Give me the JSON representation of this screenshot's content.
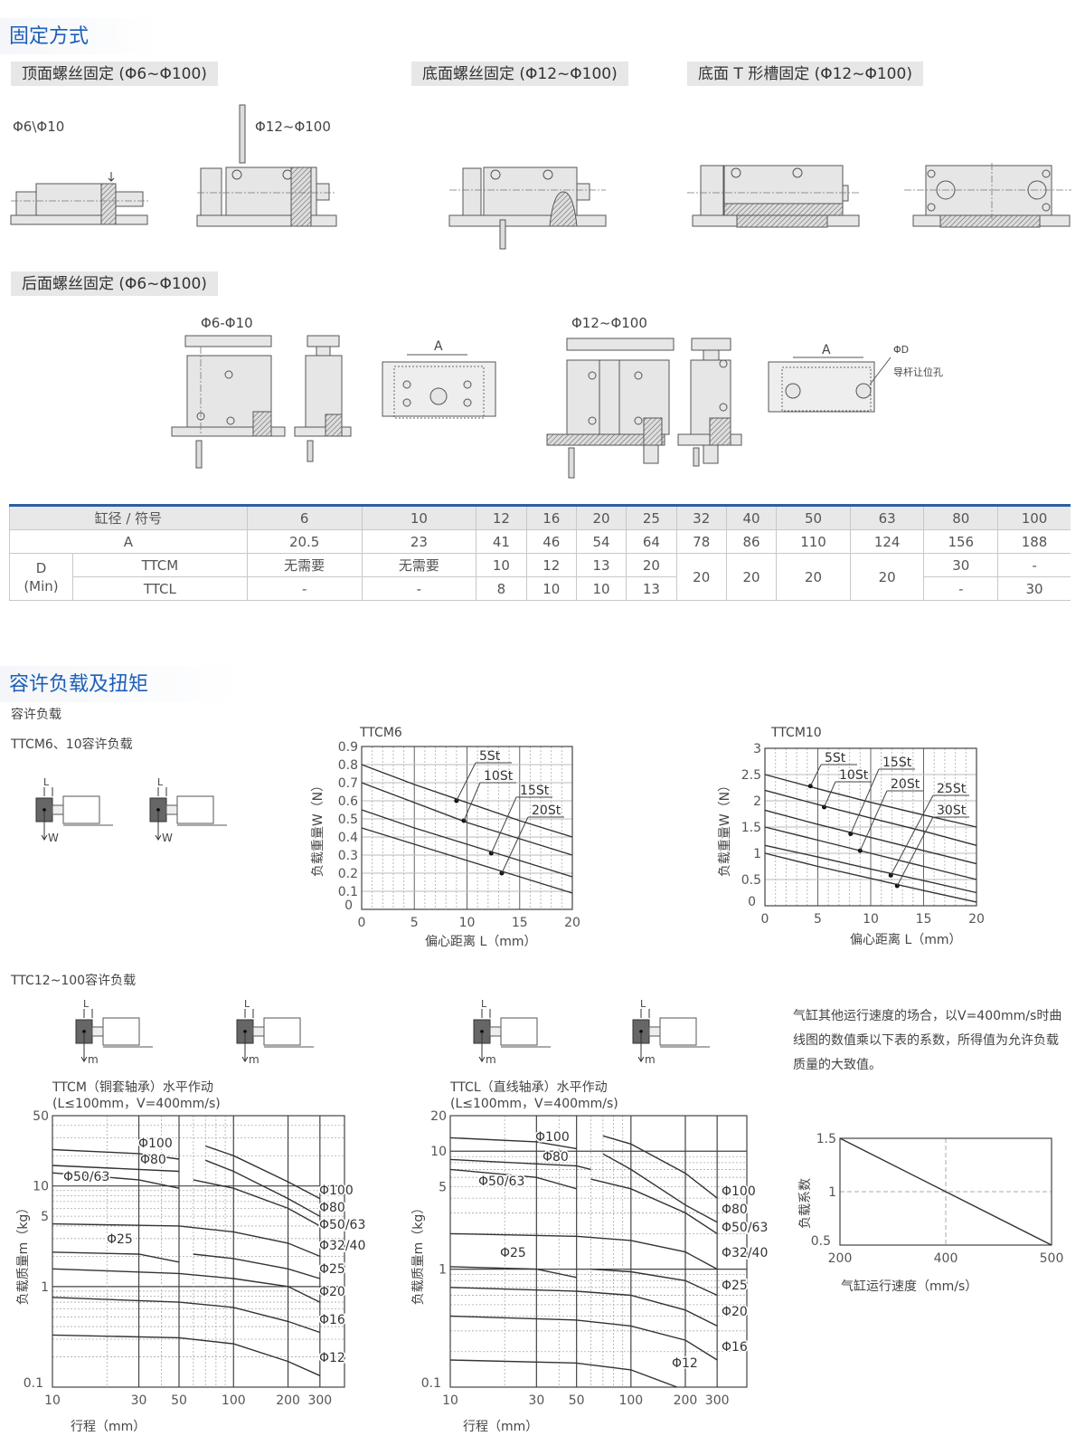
{
  "section1": {
    "title": "固定方式",
    "labels": {
      "top": "顶面螺丝固定 (Φ6~Φ100)",
      "bottom": "底面螺丝固定 (Φ12~Φ100)",
      "tslot": "底面 T 形槽固定 (Φ12~Φ100)",
      "rear": "后面螺丝固定 (Φ6~Φ100)"
    },
    "captions": {
      "top_small": "Φ6\\Φ10",
      "top_large": "Φ12~Φ100",
      "rear_small": "Φ6-Φ10",
      "rear_large": "Φ12~Φ100",
      "dim_a": "A",
      "dim_d": "ΦD",
      "guide_hole": "导杆让位孔"
    }
  },
  "table": {
    "header_label": "缸径 / 符号",
    "bores": [
      "6",
      "10",
      "12",
      "16",
      "20",
      "25",
      "32",
      "40",
      "50",
      "63",
      "80",
      "100"
    ],
    "a_label": "A",
    "a_values": [
      "20.5",
      "23",
      "41",
      "46",
      "54",
      "64",
      "78",
      "86",
      "110",
      "124",
      "156",
      "188"
    ],
    "d_label": "D",
    "d_sub": "(Min)",
    "ttcm_label": "TTCM",
    "ttcl_label": "TTCL",
    "ttcm_values": [
      "无需要",
      "无需要",
      "10",
      "12",
      "13",
      "20"
    ],
    "shared_values": [
      "20",
      "20",
      "20",
      "20"
    ],
    "ttcm_tail": [
      "30",
      "-"
    ],
    "ttcl_values": [
      "-",
      "-",
      "8",
      "10",
      "10",
      "13"
    ],
    "ttcl_tail": [
      "-",
      "30"
    ]
  },
  "section2": {
    "title": "容许负载及扭矩",
    "sub1": "容许负载",
    "sub2": "TTCM6、10容许负载",
    "sub3": "TTC12~100容许负载",
    "dim_l": "L",
    "load_w": "W",
    "load_m": "m",
    "note": "气缸其他运行速度的场合，以V=400mm/s时曲线图的数值乘以下表的系数，所得值为允许负载质量的大致值。"
  },
  "chart_data": [
    {
      "type": "line",
      "title": "TTCM6",
      "xlabel": "偏心距离 L（mm）",
      "ylabel": "负载重量W（N）",
      "xlim": [
        0,
        20
      ],
      "ylim": [
        0,
        0.9
      ],
      "xticks": [
        "0",
        "5",
        "10",
        "15",
        "20"
      ],
      "yticks": [
        "0",
        "0.1",
        "0.2",
        "0.3",
        "0.4",
        "0.5",
        "0.6",
        "0.7",
        "0.8",
        "0.9"
      ],
      "grid": true,
      "x": [
        0,
        5,
        10,
        15,
        20
      ],
      "series": [
        {
          "name": "5St",
          "values": [
            0.8,
            0.69,
            0.59,
            0.49,
            0.4
          ],
          "marker": [
            9,
            0.6
          ]
        },
        {
          "name": "10St",
          "values": [
            0.7,
            0.59,
            0.48,
            0.39,
            0.3
          ],
          "marker": [
            9.7,
            0.49
          ]
        },
        {
          "name": "15St",
          "values": [
            0.55,
            0.45,
            0.36,
            0.27,
            0.18
          ],
          "marker": [
            12.3,
            0.31
          ]
        },
        {
          "name": "20St",
          "values": [
            0.45,
            0.36,
            0.27,
            0.18,
            0.09
          ],
          "marker": [
            13.3,
            0.2
          ]
        }
      ]
    },
    {
      "type": "line",
      "title": "TTCM10",
      "xlabel": "偏心距离 L（mm）",
      "ylabel": "负载重量W（N）",
      "xlim": [
        0,
        20
      ],
      "ylim": [
        0,
        3
      ],
      "xticks": [
        "0",
        "5",
        "10",
        "15",
        "20"
      ],
      "yticks": [
        "0",
        "0.5",
        "1",
        "1.5",
        "2",
        "2.5",
        "3"
      ],
      "grid": true,
      "x": [
        0,
        5,
        10,
        15,
        20
      ],
      "series": [
        {
          "name": "5St",
          "values": [
            2.5,
            2.23,
            1.97,
            1.73,
            1.5
          ],
          "marker": [
            4.3,
            2.28
          ]
        },
        {
          "name": "10St",
          "values": [
            2.2,
            1.93,
            1.67,
            1.42,
            1.15
          ],
          "marker": [
            5.6,
            1.88
          ]
        },
        {
          "name": "15St",
          "values": [
            1.82,
            1.55,
            1.3,
            1.05,
            0.8
          ],
          "marker": [
            8.1,
            1.37
          ]
        },
        {
          "name": "20St",
          "values": [
            1.5,
            1.25,
            1.0,
            0.75,
            0.5
          ],
          "marker": [
            9,
            1.05
          ]
        },
        {
          "name": "25St",
          "values": [
            1.15,
            0.93,
            0.7,
            0.48,
            0.25
          ],
          "marker": [
            11.9,
            0.58
          ]
        },
        {
          "name": "30St",
          "values": [
            1.0,
            0.75,
            0.52,
            0.29,
            0.07
          ],
          "marker": [
            12.5,
            0.38
          ]
        }
      ]
    },
    {
      "type": "line",
      "scale": "log-log",
      "title": "TTCM（铜套轴承）水平作动",
      "subtitle": "(L≤100mm，V=400mm/s)",
      "xlabel": "行程（mm）",
      "ylabel": "负载质量m（kg）",
      "xlim": [
        10,
        410
      ],
      "ylim": [
        0.1,
        50
      ],
      "xticks": [
        "10",
        "30",
        "50",
        "100",
        "200",
        "300"
      ],
      "yticks": [
        "0.1",
        "1",
        "5",
        "10",
        "50"
      ],
      "grid": true,
      "series": [
        {
          "name": "Φ100",
          "segments": [
            [
              [
                10,
                23
              ],
              [
                30,
                21
              ],
              [
                50,
                18.5
              ]
            ],
            [
              [
                70,
                25
              ],
              [
                100,
                20
              ],
              [
                200,
                11
              ],
              [
                300,
                7.5
              ]
            ]
          ]
        },
        {
          "name": "Φ80",
          "segments": [
            [
              [
                10,
                16
              ],
              [
                50,
                14
              ]
            ],
            [
              [
                70,
                18
              ],
              [
                100,
                14
              ],
              [
                200,
                7.5
              ],
              [
                300,
                5
              ]
            ]
          ]
        },
        {
          "name": "Φ50/63",
          "segments": [
            [
              [
                10,
                13.5
              ],
              [
                30,
                11.5
              ],
              [
                50,
                9.5
              ]
            ],
            [
              [
                60,
                11.5
              ],
              [
                100,
                9.5
              ],
              [
                200,
                6
              ],
              [
                300,
                4
              ]
            ]
          ]
        },
        {
          "name": "Φ32/40",
          "segments": [
            [
              [
                10,
                4.2
              ],
              [
                50,
                4
              ],
              [
                100,
                3.5
              ],
              [
                200,
                2.7
              ],
              [
                300,
                2.0
              ]
            ]
          ]
        },
        {
          "name": "Φ25",
          "segments": [
            [
              [
                10,
                2.2
              ],
              [
                30,
                2.1
              ],
              [
                50,
                1.75
              ]
            ],
            [
              [
                60,
                2.1
              ],
              [
                100,
                1.9
              ],
              [
                200,
                1.5
              ],
              [
                300,
                1.2
              ]
            ]
          ]
        },
        {
          "name": "Φ20",
          "segments": [
            [
              [
                10,
                1.5
              ],
              [
                50,
                1.35
              ],
              [
                100,
                1.2
              ],
              [
                200,
                1.0
              ],
              [
                300,
                0.7
              ]
            ]
          ]
        },
        {
          "name": "Φ16",
          "segments": [
            [
              [
                10,
                0.78
              ],
              [
                50,
                0.7
              ],
              [
                100,
                0.62
              ],
              [
                200,
                0.45
              ],
              [
                300,
                0.35
              ]
            ]
          ]
        },
        {
          "name": "Φ12",
          "segments": [
            [
              [
                10,
                0.33
              ],
              [
                50,
                0.31
              ],
              [
                100,
                0.27
              ],
              [
                200,
                0.18
              ],
              [
                300,
                0.13
              ]
            ]
          ]
        }
      ]
    },
    {
      "type": "line",
      "scale": "log-log",
      "title": "TTCL（直线轴承）水平作动",
      "subtitle": "(L≤100mm，V=400mm/s)",
      "xlabel": "行程（mm）",
      "ylabel": "负载质量m（kg）",
      "xlim": [
        10,
        438
      ],
      "ylim": [
        0.1,
        20
      ],
      "xticks": [
        "10",
        "30",
        "50",
        "100",
        "200",
        "300"
      ],
      "yticks": [
        "0.1",
        "1",
        "5",
        "10",
        "20"
      ],
      "grid": true,
      "series": [
        {
          "name": "Φ100",
          "segments": [
            [
              [
                10,
                13
              ],
              [
                30,
                12
              ],
              [
                50,
                10.5
              ]
            ],
            [
              [
                70,
                13.5
              ],
              [
                100,
                11.5
              ],
              [
                200,
                6.5
              ],
              [
                300,
                4
              ]
            ]
          ]
        },
        {
          "name": "Φ80",
          "segments": [
            [
              [
                10,
                8.5
              ],
              [
                50,
                7.5
              ],
              [
                60,
                7
              ]
            ],
            [
              [
                70,
                9.5
              ],
              [
                100,
                7
              ],
              [
                200,
                3.5
              ],
              [
                300,
                2.5
              ]
            ]
          ]
        },
        {
          "name": "Φ50/63",
          "segments": [
            [
              [
                10,
                7
              ],
              [
                30,
                6
              ],
              [
                50,
                4.8
              ]
            ],
            [
              [
                60,
                5.8
              ],
              [
                100,
                4.8
              ],
              [
                200,
                3
              ],
              [
                300,
                2
              ]
            ]
          ]
        },
        {
          "name": "Φ32/40",
          "segments": [
            [
              [
                10,
                2
              ],
              [
                50,
                1.9
              ],
              [
                100,
                1.75
              ],
              [
                200,
                1.4
              ],
              [
                300,
                1.0
              ]
            ]
          ]
        },
        {
          "name": "Φ25",
          "segments": [
            [
              [
                10,
                1.05
              ],
              [
                30,
                1.0
              ],
              [
                50,
                0.85
              ]
            ],
            [
              [
                60,
                1.0
              ],
              [
                100,
                0.95
              ],
              [
                200,
                0.8
              ],
              [
                300,
                0.6
              ]
            ]
          ]
        },
        {
          "name": "Φ20",
          "segments": [
            [
              [
                10,
                0.7
              ],
              [
                50,
                0.65
              ],
              [
                100,
                0.6
              ],
              [
                200,
                0.45
              ],
              [
                300,
                0.33
              ]
            ]
          ]
        },
        {
          "name": "Φ16",
          "segments": [
            [
              [
                10,
                0.4
              ],
              [
                50,
                0.37
              ],
              [
                100,
                0.33
              ],
              [
                200,
                0.25
              ],
              [
                300,
                0.17
              ]
            ]
          ]
        },
        {
          "name": "Φ12",
          "segments": [
            [
              [
                10,
                0.17
              ],
              [
                50,
                0.16
              ],
              [
                100,
                0.14
              ],
              [
                180,
                0.1
              ]
            ]
          ]
        }
      ]
    },
    {
      "type": "line",
      "title": "",
      "xlabel": "气缸运行速度（mm/s）",
      "ylabel": "负载系数",
      "xticks": [
        "200",
        "400",
        "500"
      ],
      "yticks": [
        "0.5",
        "1",
        "1.5"
      ],
      "xlim": [
        200,
        500
      ],
      "ylim": [
        0.5,
        1.5
      ],
      "grid": false,
      "series": [
        {
          "name": "负载系数",
          "points": [
            [
              200,
              1.5
            ],
            [
              400,
              1.0
            ],
            [
              500,
              0.5
            ]
          ]
        }
      ]
    }
  ]
}
